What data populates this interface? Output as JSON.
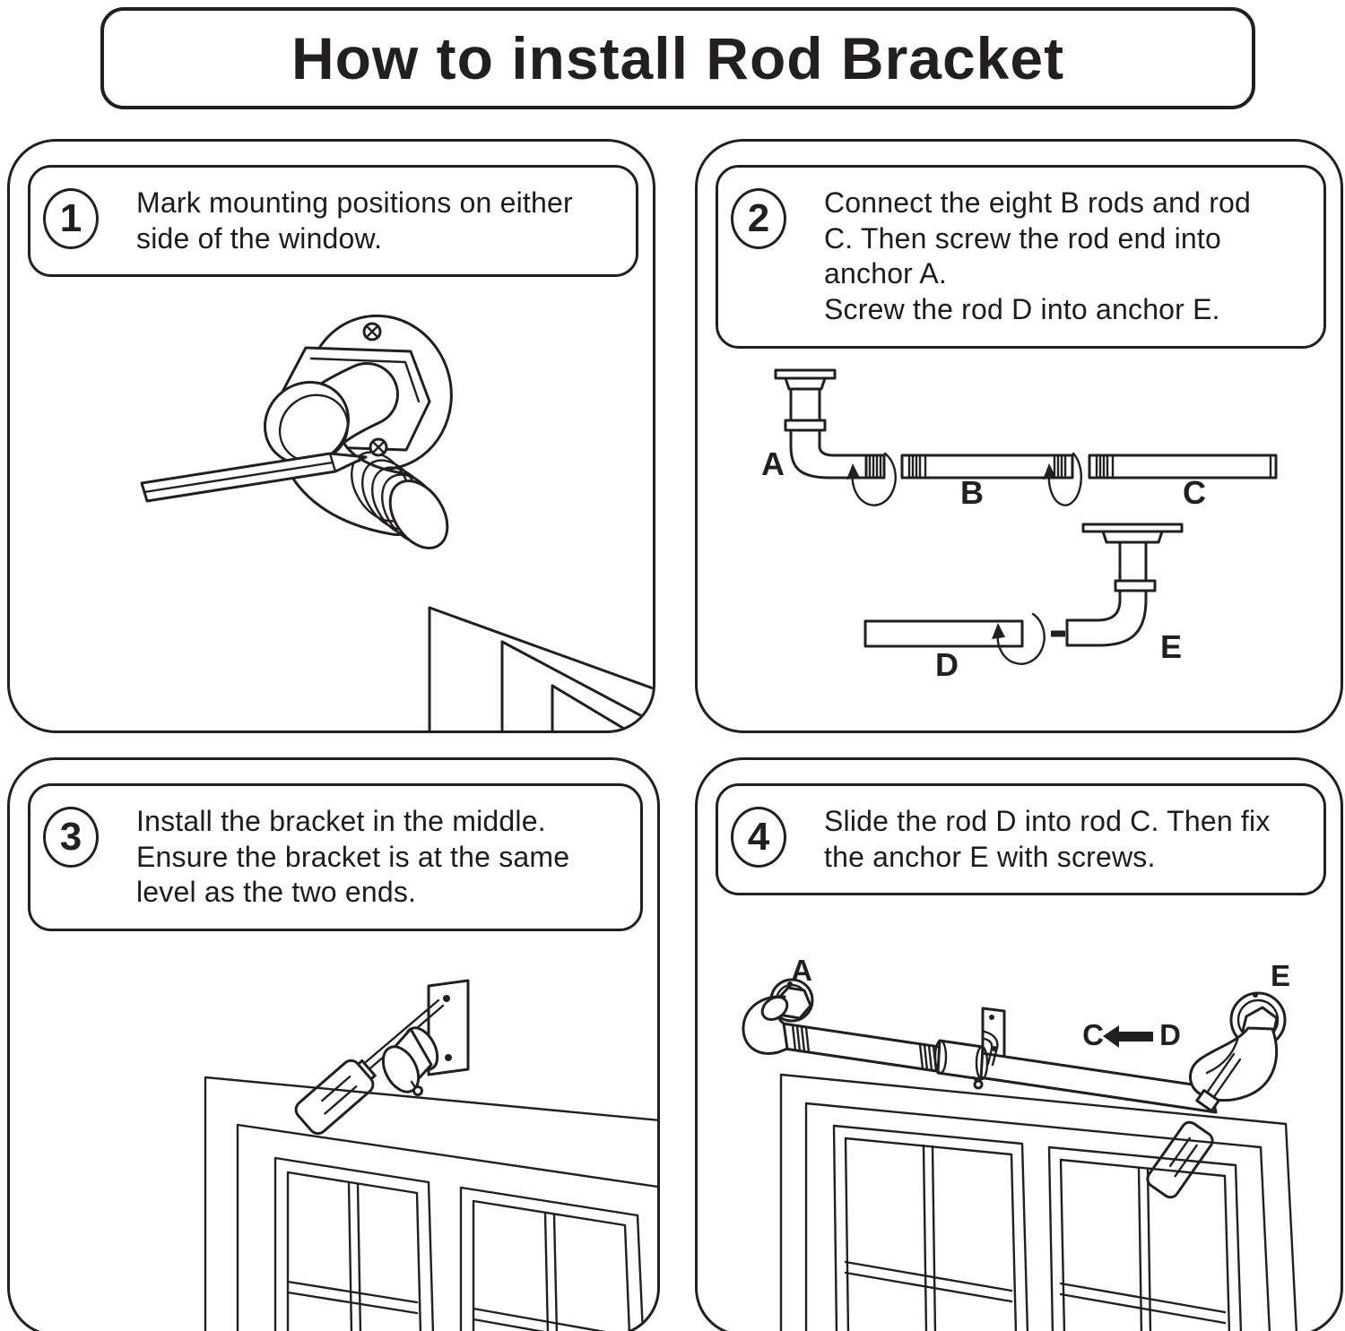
{
  "title": "How to install Rod Bracket",
  "steps": [
    {
      "number": "1",
      "text": "Mark mounting positions on either side of the window."
    },
    {
      "number": "2",
      "text": "Connect the eight B rods and rod C. Then screw the rod end into anchor A.",
      "text2": "Screw the rod D into anchor E."
    },
    {
      "number": "3",
      "text": "Install the bracket in the middle. Ensure the bracket is at the same level as the two ends."
    },
    {
      "number": "4",
      "text": "Slide the rod D into rod C. Then fix the anchor E with screws."
    }
  ],
  "part_labels": {
    "anchor_a": "A",
    "rod_b": "B",
    "rod_c": "C",
    "rod_d": "D",
    "anchor_e": "E"
  },
  "step4_arrow": {
    "to": "C",
    "from": "D"
  },
  "colors": {
    "line": "#231f20",
    "background": "#ffffff"
  }
}
